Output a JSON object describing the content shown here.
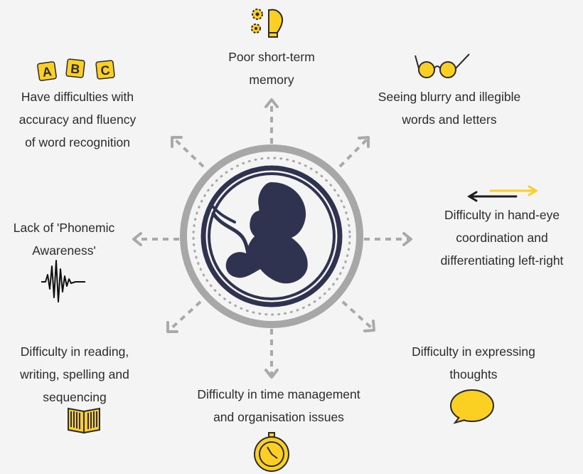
{
  "center": {
    "icon": "fetus-icon"
  },
  "items": [
    {
      "id": "memory",
      "icon": "lightbulb-gears-icon",
      "lines": [
        "Poor short-term",
        "memory"
      ]
    },
    {
      "id": "vision",
      "icon": "glasses-icon",
      "lines": [
        "Seeing blurry and illegible",
        "words and letters"
      ]
    },
    {
      "id": "coordination",
      "icon": "left-right-arrows-icon",
      "lines": [
        "Difficulty in hand-eye",
        "coordination and",
        "differentiating left-right"
      ]
    },
    {
      "id": "expression",
      "icon": "speech-bubble-icon",
      "lines": [
        "Difficulty in expressing",
        "thoughts"
      ]
    },
    {
      "id": "time",
      "icon": "stopwatch-icon",
      "lines": [
        "Difficulty in time management",
        "and organisation issues"
      ]
    },
    {
      "id": "reading",
      "icon": "book-icon",
      "lines": [
        "Difficulty in reading,",
        "writing, spelling and",
        "sequencing"
      ]
    },
    {
      "id": "phonemic",
      "icon": "sound-wave-icon",
      "lines": [
        "Lack of 'Phonemic",
        "Awareness'"
      ]
    },
    {
      "id": "word-recognition",
      "icon": "abc-blocks-icon",
      "lines": [
        "Have difficulties with",
        "accuracy and fluency",
        "of word recognition"
      ]
    }
  ],
  "colors": {
    "accent": "#fcd022",
    "dark": "#2f3350",
    "ring": "#a7a7a7",
    "text": "#2b2b2b"
  }
}
